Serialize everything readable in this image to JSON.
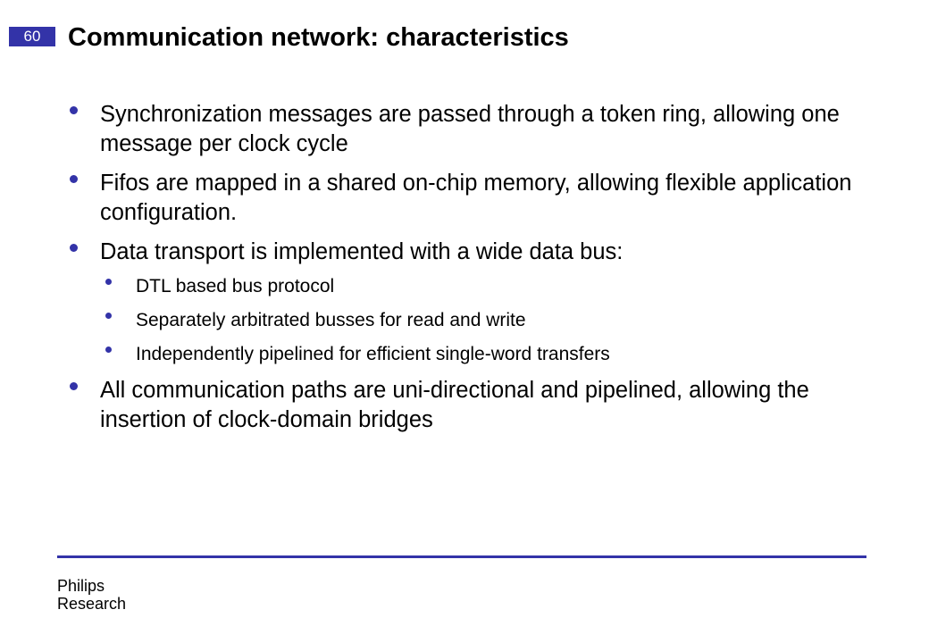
{
  "slide": {
    "number": "60",
    "title": "Communication network: characteristics",
    "bullets": [
      {
        "text": "Synchronization messages are passed through a token ring, allowing one message per clock cycle"
      },
      {
        "text": "Fifos are mapped in a shared on-chip memory, allowing flexible application configuration."
      },
      {
        "text": "Data transport is implemented with a wide data bus:",
        "sub_bullets": [
          "DTL based bus protocol",
          "Separately arbitrated busses for read and write",
          "Independently pipelined for efficient single-word transfers"
        ]
      },
      {
        "text": "All communication paths are uni-directional and pipelined, allowing the insertion of clock-domain bridges"
      }
    ]
  },
  "footer": {
    "company_line1": "Philips",
    "company_line2": "Research"
  },
  "colors": {
    "accent": "#3333a8",
    "text": "#000000",
    "background": "#ffffff"
  }
}
